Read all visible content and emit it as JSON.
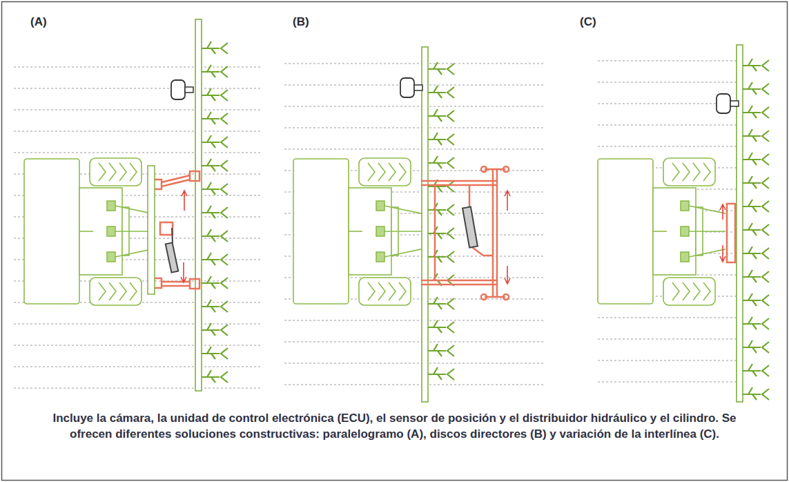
{
  "diagram": {
    "caption": "Incluye la cámara, la unidad de control electrónica (ECU), el sensor de posición y el distribuidor hidráulico y el cilindro. Se ofrecen diferentes soluciones constructivas: paralelogramo (A), discos directores (B) y variación de la interlínea (C).",
    "labels": [
      "(A)",
      "(B)",
      "(C)"
    ]
  }
}
